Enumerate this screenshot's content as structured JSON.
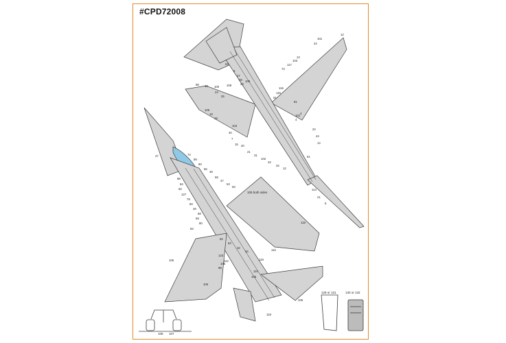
{
  "sheet": {
    "code": "#CPD72008",
    "border_color": "#e0892b",
    "skin_color": "#d4d4d4",
    "line_color": "#3a3a3a",
    "canopy_color": "#8fc9e6"
  },
  "upper_aircraft": {
    "callouts": [
      "12",
      "101",
      "24",
      "13",
      "103",
      "117",
      "73",
      "81",
      "102",
      "4",
      "4",
      "22",
      "44",
      "14",
      "61",
      "114",
      "21",
      "6",
      "53",
      "6",
      "27",
      "28",
      "29",
      "109",
      "108",
      "98",
      "13",
      "100",
      "24",
      "25",
      "103",
      "40",
      "7",
      "15",
      "20",
      "21",
      "31",
      "102",
      "34",
      "34",
      "12",
      "105",
      "19",
      "18",
      "116",
      "116",
      "61"
    ]
  },
  "lower_aircraft": {
    "callouts": [
      "47",
      "74",
      "89",
      "90",
      "56",
      "49",
      "58",
      "47",
      "53",
      "93",
      "98",
      "84",
      "60",
      "127",
      "79",
      "50",
      "49",
      "58",
      "59",
      "80",
      "83",
      "105",
      "50",
      "54",
      "32",
      "34",
      "123",
      "112",
      "105",
      "98",
      "105",
      "118",
      "110",
      "119",
      "110",
      "105",
      "105",
      "118"
    ],
    "note": "105 both sides"
  },
  "details": {
    "landing_gear_labels": [
      "106",
      "107"
    ],
    "seat_labels": [
      "129 or 131",
      "130 or 132"
    ]
  }
}
